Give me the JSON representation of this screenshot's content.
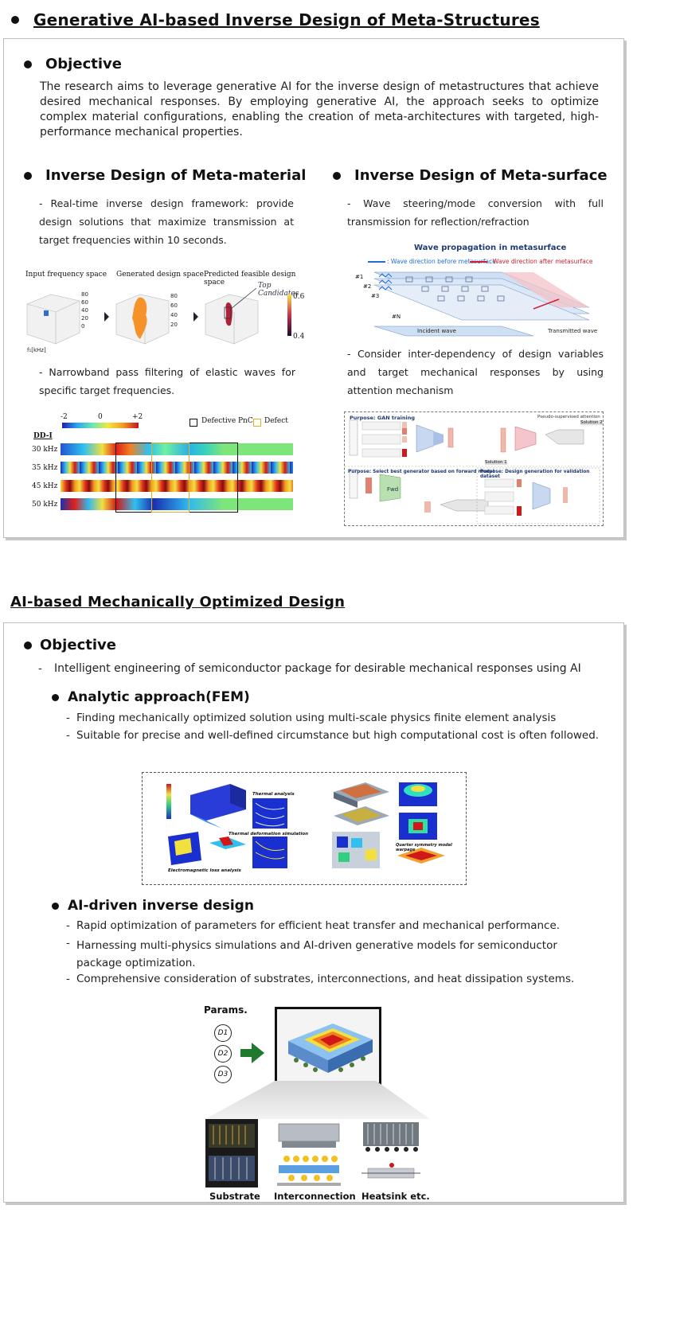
{
  "section1": {
    "title": "Generative AI-based Inverse Design of Meta-Structures",
    "objective": {
      "heading": "Objective",
      "text": "The research aims to leverage generative AI for the inverse design of metastructures that achieve desired mechanical responses. By employing generative AI, the approach seeks to optimize complex material configurations, enabling the creation of meta-architectures with targeted, high-performance mechanical properties."
    },
    "meta_material": {
      "heading": "Inverse Design of Meta-material",
      "desc1": "- Real-time inverse design framework: provide design solutions that maximize transmission at target frequencies within 10 seconds.",
      "fig1_labels": [
        "Input frequency space",
        "Generated design space",
        "Predicted feasible design space"
      ],
      "top_candidates": "Top Candidates",
      "colorbar_ticks": [
        "0.6",
        "0.4"
      ],
      "desc2": "- Narrowband pass filtering of elastic waves for specific target frequencies.",
      "fig2": {
        "scale_ticks": [
          "-2",
          "0",
          "+2"
        ],
        "legend": [
          "Defective PnC",
          "Defect"
        ],
        "row_title": "DD-I",
        "rows": [
          "30 kHz",
          "35 kHz",
          "45 kHz",
          "50 kHz"
        ]
      }
    },
    "meta_surface": {
      "heading": "Inverse Design of Meta-surface",
      "desc1": "- Wave steering/mode conversion with full transmission for reflection/refraction",
      "fig1": {
        "title": "Wave propagation in metasurface",
        "legend_before": ": Wave direction before metasurface",
        "legend_after": ": Wave direction after metasurface",
        "rows": [
          "#1",
          "#2",
          "#3",
          "#N"
        ],
        "incident": "Incident wave",
        "transmitted": "Transmitted wave"
      },
      "desc2": "- Consider inter-dependency of design variables and target mechanical responses by using attention mechanism",
      "fig2": {
        "gan": "Purpose: GAN training",
        "select": "Purpose: Select best generator based on forward model",
        "validation": "Purpose: Design generation for validation dataset",
        "fwd": "Fwd",
        "solution2": "Solution 2",
        "pseudo": "Pseudo-supervised attention",
        "solution1": "Solution 1"
      }
    }
  },
  "section2": {
    "title": "AI-based Mechanically Optimized Design",
    "objective": {
      "heading": "Objective",
      "text": "Intelligent engineering of semiconductor package for desirable mechanical responses using AI"
    },
    "fem": {
      "heading": "Analytic approach(FEM)",
      "items": [
        "Finding mechanically optimized solution using multi-scale physics finite element analysis",
        "Suitable for precise and well-defined circumstance but high computational cost is often followed."
      ],
      "fig_labels": [
        "Thermal analysis",
        "Thermal deformation simulation",
        "Electromagnetic loss analysis",
        "Quarter symmetry model warpage"
      ]
    },
    "ai": {
      "heading": "AI-driven inverse design",
      "items": [
        "Rapid optimization of parameters for efficient heat transfer and mechanical performance.",
        "Harnessing multi-physics simulations and AI-driven generative models for semiconductor package optimization.",
        "Comprehensive consideration of substrates, interconnections, and heat dissipation systems."
      ],
      "params": "Params.",
      "param_nodes": [
        "D1",
        "D2",
        "D3"
      ],
      "components": [
        "Substrate",
        "Interconnection",
        "Heatsink etc."
      ]
    }
  }
}
